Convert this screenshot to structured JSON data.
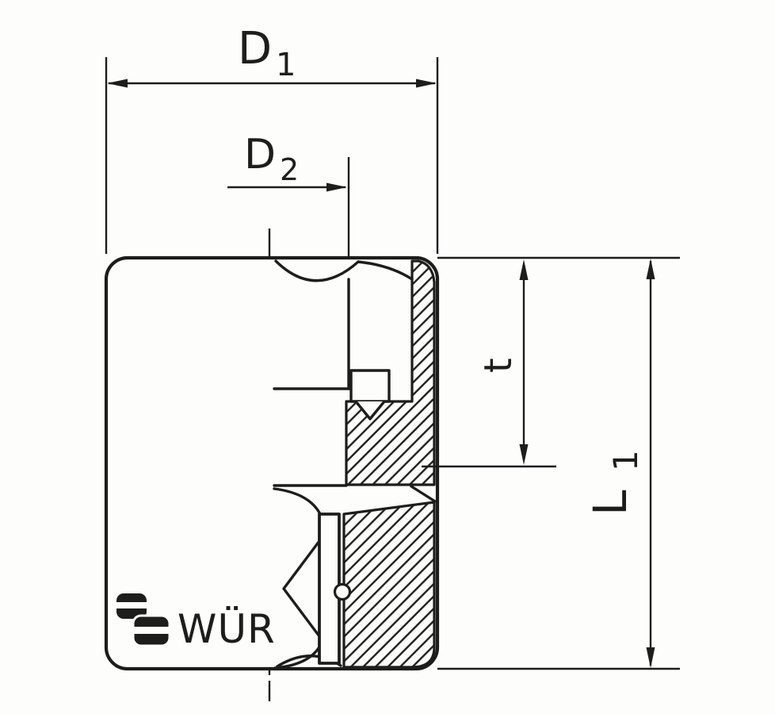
{
  "drawing": {
    "type": "technical-section-drawing",
    "subject": "socket cross-section with dimension callouts",
    "labels": {
      "d1": {
        "base": "D",
        "sub": "1"
      },
      "d2": {
        "base": "D",
        "sub": "2"
      },
      "t": {
        "base": "t",
        "sub": ""
      },
      "l1": {
        "base": "L",
        "sub": "1"
      }
    },
    "logo": {
      "text": "WÜR"
    }
  },
  "colors": {
    "ink": "#1d1d1b",
    "paper": "#fdfdfc"
  }
}
